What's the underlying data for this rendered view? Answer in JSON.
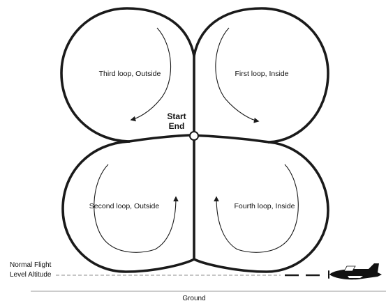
{
  "diagram": {
    "start_label": "Start",
    "end_label": "End",
    "loops": [
      {
        "id": "first",
        "label": "First loop, Inside"
      },
      {
        "id": "second",
        "label": "Second loop, Outside"
      },
      {
        "id": "third",
        "label": "Third loop, Outside"
      },
      {
        "id": "fourth",
        "label": "Fourth loop, Inside"
      }
    ],
    "altitude_label_line1": "Normal Flight",
    "altitude_label_line2": "Level Altitude",
    "ground_label": "Ground"
  },
  "colors": {
    "stroke": "#1a1a1a",
    "dashed": "#8c8c8c",
    "ground_line": "#9a9a9a",
    "background": "#ffffff"
  }
}
